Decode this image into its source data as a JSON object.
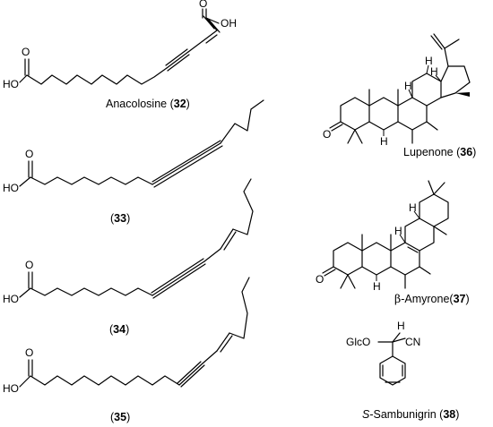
{
  "atoms": {
    "oh": "OH",
    "ho": "HO",
    "o": "O",
    "h": "H",
    "glco": "GlcO",
    "cn": "CN"
  },
  "compounds": [
    {
      "name": "Anacolosine (",
      "number": "32",
      "close": ")"
    },
    {
      "name": "(",
      "number": "33",
      "close": ")"
    },
    {
      "name": "(",
      "number": "34",
      "close": ")"
    },
    {
      "name": "(",
      "number": "35",
      "close": ")"
    },
    {
      "name": "Lupenone (",
      "number": "36",
      "close": ")"
    },
    {
      "greek": "β",
      "name": "-Amyrone(",
      "number": "37",
      "close": ")"
    },
    {
      "prefix": "S",
      "name": "-Sambunigrin (",
      "number": "38",
      "close": ")"
    }
  ]
}
